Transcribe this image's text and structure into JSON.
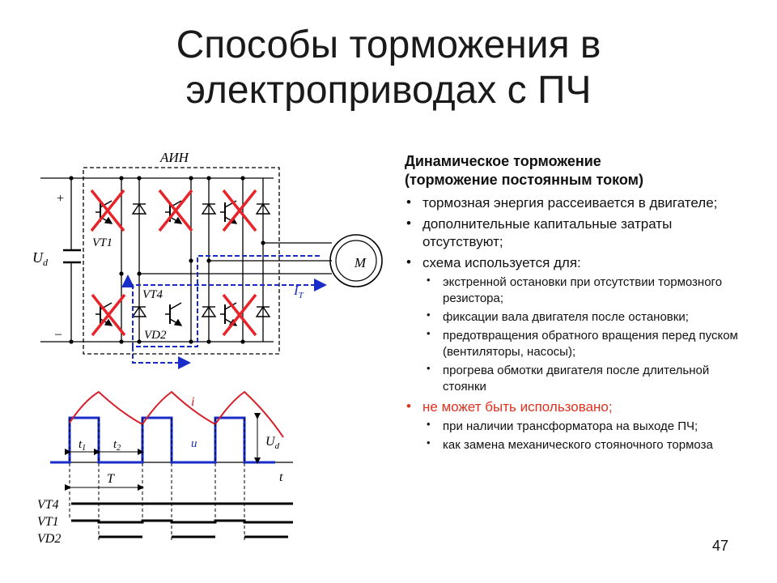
{
  "slide": {
    "title_line1": "Способы торможения в",
    "title_line2": "электроприводах с ПЧ",
    "page_number": "47"
  },
  "circuit": {
    "inverter_label": "АИН",
    "plus": "+",
    "minus": "–",
    "ud_label": "Ud",
    "ud_sub": "d",
    "vt1": "VT1",
    "vt4": "VT4",
    "vd2": "VD2",
    "motor": "M",
    "current": "I",
    "current_sub": "T"
  },
  "waveform": {
    "i_label": "i",
    "u_label": "u",
    "ud_label": "U",
    "ud_sub": "d",
    "t_label": "t",
    "t1_label": "t",
    "t1_sub": "1",
    "t2_label": "t",
    "t2_sub": "2",
    "period_label": "T",
    "row_vt4": "VT4",
    "row_vt1": "VT1",
    "row_vd2": "VD2"
  },
  "text": {
    "heading_line1": "Динамическое торможение",
    "heading_line2": "(торможение постоянным током)",
    "b1": "тормозная энергия рассеивается в двигателе;",
    "b2": "дополнительные капитальные затраты отсутствуют;",
    "b3": "схема используется для:",
    "b3_1": "экстренной остановки при отсутствии тормозного резистора;",
    "b3_2": "фиксации вала двигателя после остановки;",
    "b3_3": "предотвращения обратного вращения перед пуском (вентиляторы, насосы);",
    "b3_4": "прогрева обмотки двигателя после длительной стоянки",
    "b4": "не может быть использовано;",
    "b4_1": "при наличии трансформатора на выходе ПЧ;",
    "b4_2": "как замена механического стояночного тормоза"
  },
  "colors": {
    "cross": "#e8232a",
    "current_path": "#1a2cc8",
    "pulse": "#1a2cc8",
    "current_wave": "#d6202a",
    "neg_text": "#e0301e"
  }
}
